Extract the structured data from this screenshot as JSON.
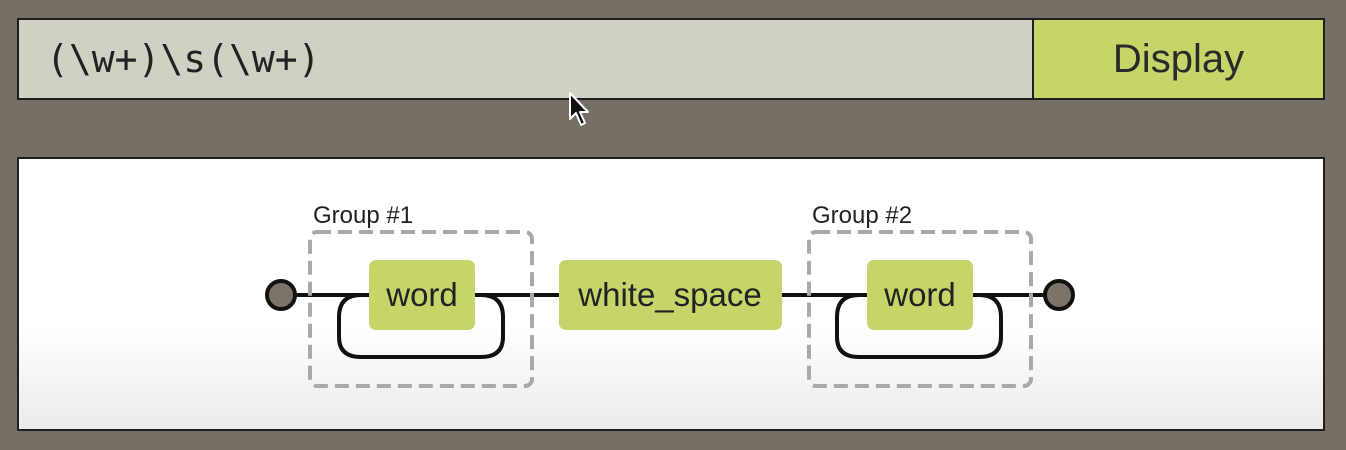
{
  "regex_input": {
    "value": "(\\w+)\\s(\\w+)"
  },
  "display_button": {
    "label": "Display"
  },
  "diagram": {
    "group1": {
      "label": "Group #1",
      "node": "word"
    },
    "middle_node": "white_space",
    "group2": {
      "label": "Group #2",
      "node": "word"
    }
  },
  "colors": {
    "background": "#756f65",
    "input_bg": "#d1d0c5",
    "accent": "#c6d46a",
    "terminal": "#7a746a"
  },
  "icons": [
    "mouse-pointer-icon",
    "start-terminal-icon",
    "end-terminal-icon"
  ]
}
